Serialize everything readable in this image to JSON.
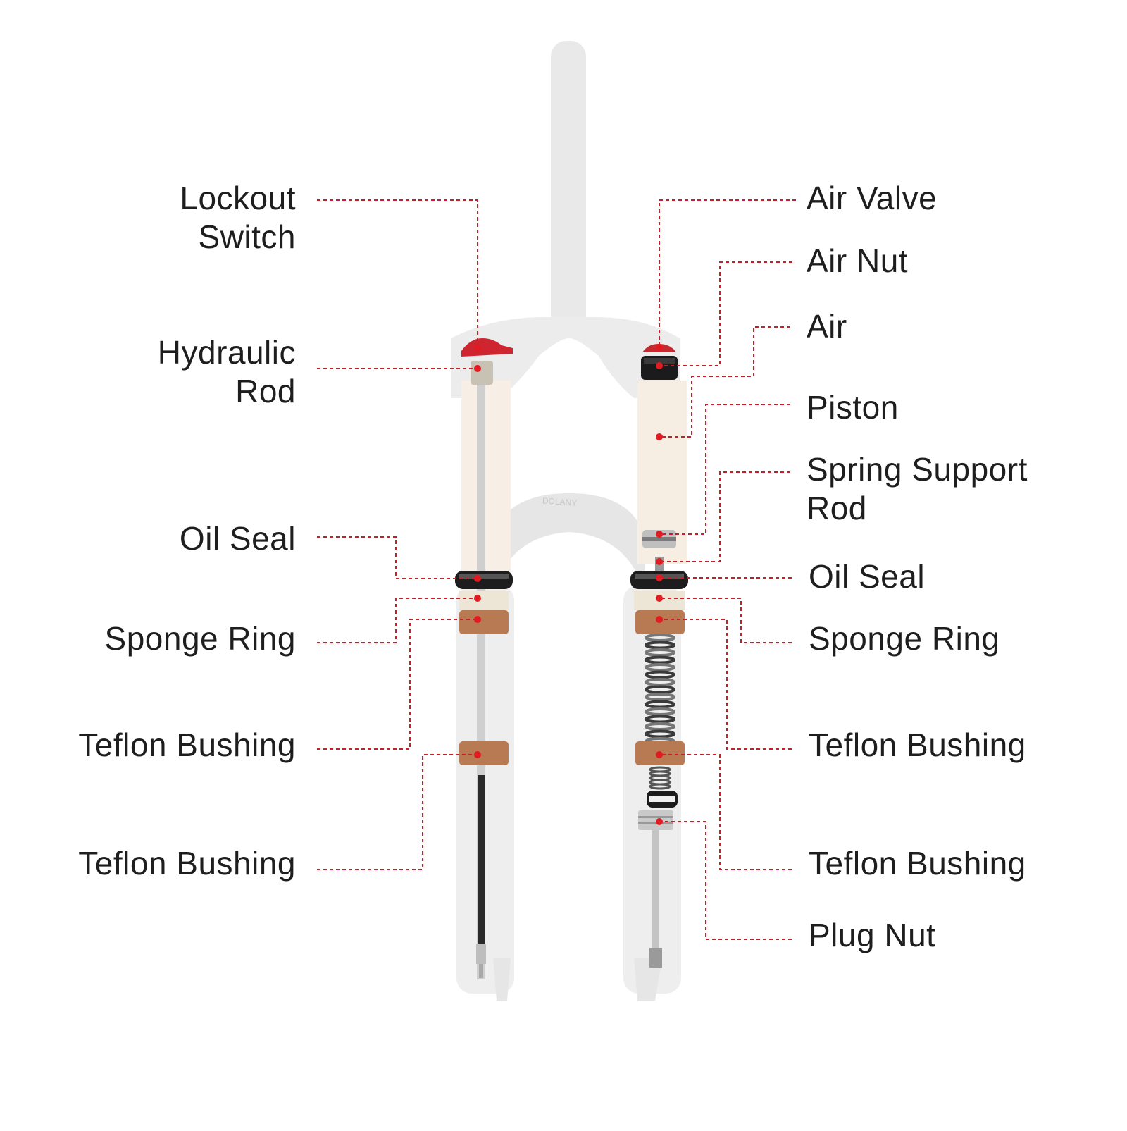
{
  "colors": {
    "leader": "#c4202a",
    "leader_dot": "#e01b22",
    "fork_ghost": "#e8e8e8",
    "fork_ghost_edge": "#dcdcdc",
    "stanchion_tint": "#f6ebdf",
    "bushing": "#b87a52",
    "bushing_dark": "#8a5538",
    "seal": "#1d1d1d",
    "chrome": "#c9c9c9",
    "red_cap": "#d3232d",
    "label_text": "#1e1e1e"
  },
  "left_labels": [
    {
      "id": "lockout-switch",
      "text": "Lockout\nSwitch"
    },
    {
      "id": "hydraulic-rod",
      "text": "Hydraulic\nRod"
    },
    {
      "id": "oil-seal",
      "text": "Oil Seal"
    },
    {
      "id": "sponge-ring",
      "text": "Sponge Ring"
    },
    {
      "id": "teflon-bushing-upper",
      "text": "Teflon Bushing"
    },
    {
      "id": "teflon-bushing-lower",
      "text": "Teflon Bushing"
    }
  ],
  "right_labels": [
    {
      "id": "air-valve",
      "text": "Air Valve"
    },
    {
      "id": "air-nut",
      "text": "Air Nut"
    },
    {
      "id": "air",
      "text": "Air"
    },
    {
      "id": "piston",
      "text": "Piston"
    },
    {
      "id": "spring-support-rod",
      "text": "Spring Support\nRod"
    },
    {
      "id": "oil-seal",
      "text": "Oil Seal"
    },
    {
      "id": "sponge-ring",
      "text": "Sponge Ring"
    },
    {
      "id": "teflon-bushing-upper",
      "text": "Teflon Bushing"
    },
    {
      "id": "teflon-bushing-lower",
      "text": "Teflon Bushing"
    },
    {
      "id": "plug-nut",
      "text": "Plug Nut"
    }
  ],
  "arch_logo": "DOLANY"
}
